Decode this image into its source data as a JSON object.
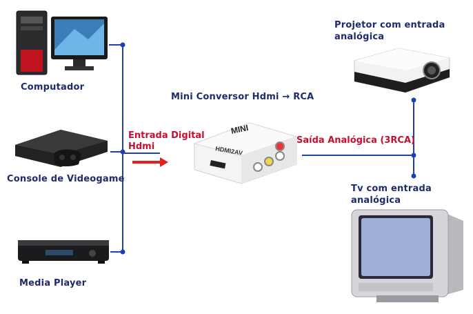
{
  "title": "Mini Conversor Hdmi → RCA",
  "sources": {
    "computer": "Computador",
    "console": "Console de Videogame",
    "media_player": "Media Player"
  },
  "input_label": {
    "line1": "Entrada Digital",
    "line2": "Hdmi"
  },
  "output_label": "Saída Analógica (3RCA)",
  "converter": {
    "brand": "MINI",
    "model": "HDMI2AV"
  },
  "destinations": {
    "projector": {
      "line1": "Projetor com entrada",
      "line2": "analógica"
    },
    "tv": {
      "line1": "Tv com entrada",
      "line2": "analógica"
    }
  },
  "colors": {
    "wire": "#1f3fb0",
    "navy_text": "#1f2a6b",
    "red_text": "#c8102e",
    "arrow": "#e02020"
  }
}
